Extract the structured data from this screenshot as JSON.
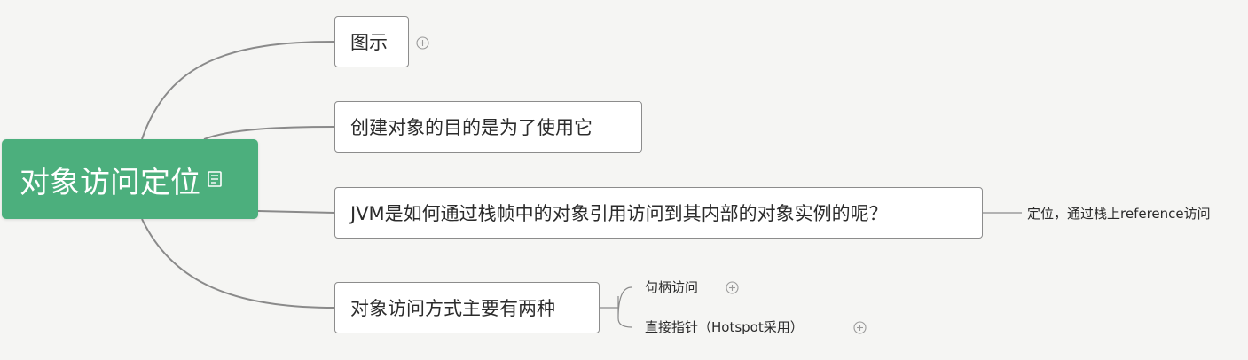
{
  "root": {
    "label": "对象访问定位",
    "fill_color": "#4caf7d",
    "has_note": true
  },
  "topics": [
    {
      "label": "图示",
      "collapsed": true
    },
    {
      "label": "创建对象的目的是为了使用它"
    },
    {
      "label": "JVM是如何通过栈帧中的对象引用访问到其内部的对象实例的呢？",
      "children": [
        {
          "label": "定位，通过栈上reference访问"
        }
      ]
    },
    {
      "label": "对象访问方式主要有两种",
      "children": [
        {
          "label": "句柄访问",
          "collapsed": true
        },
        {
          "label": "直接指针（Hotspot采用）",
          "collapsed": true
        }
      ]
    }
  ],
  "colors": {
    "background": "#f5f5f3",
    "connector": "#8a8a8a",
    "topic_border": "#8c8c8c"
  },
  "icons": {
    "note": "note-icon",
    "expand": "expand-plus-icon"
  }
}
